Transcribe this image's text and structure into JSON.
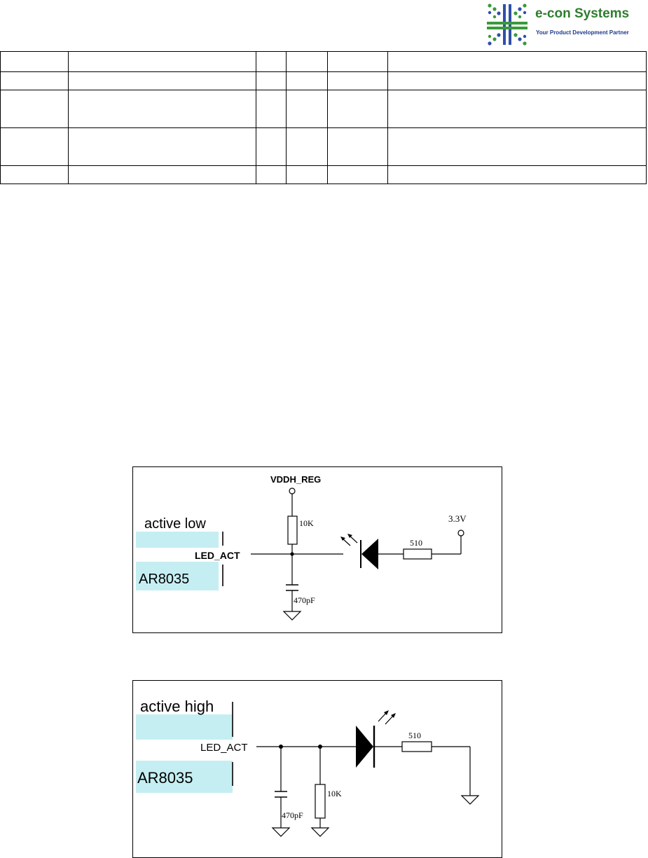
{
  "header": {
    "brand_name": "e-con Systems",
    "brand_tagline": "Your Product Development Partner",
    "colors": {
      "green": "#2e7d2e",
      "blue": "#1e3a8a",
      "dot_green": "#3a9a3a",
      "dot_blue": "#2f4fa8"
    }
  },
  "table": {
    "rows": 5,
    "columns": 6
  },
  "figure_low": {
    "label_mode": "active low",
    "label_chip": "AR8035",
    "label_net": "LED_ACT",
    "label_supply": "VDDH_REG",
    "label_pullup": "10K",
    "label_cap": "470pF",
    "label_series": "510",
    "label_rail": "3.3V",
    "chip_fill": "#c5eef2"
  },
  "figure_high": {
    "label_mode": "active high",
    "label_chip": "AR8035",
    "label_net": "LED_ACT",
    "label_pulldown": "10K",
    "label_cap": "470pF",
    "label_series": "510",
    "chip_fill": "#c5eef2"
  }
}
